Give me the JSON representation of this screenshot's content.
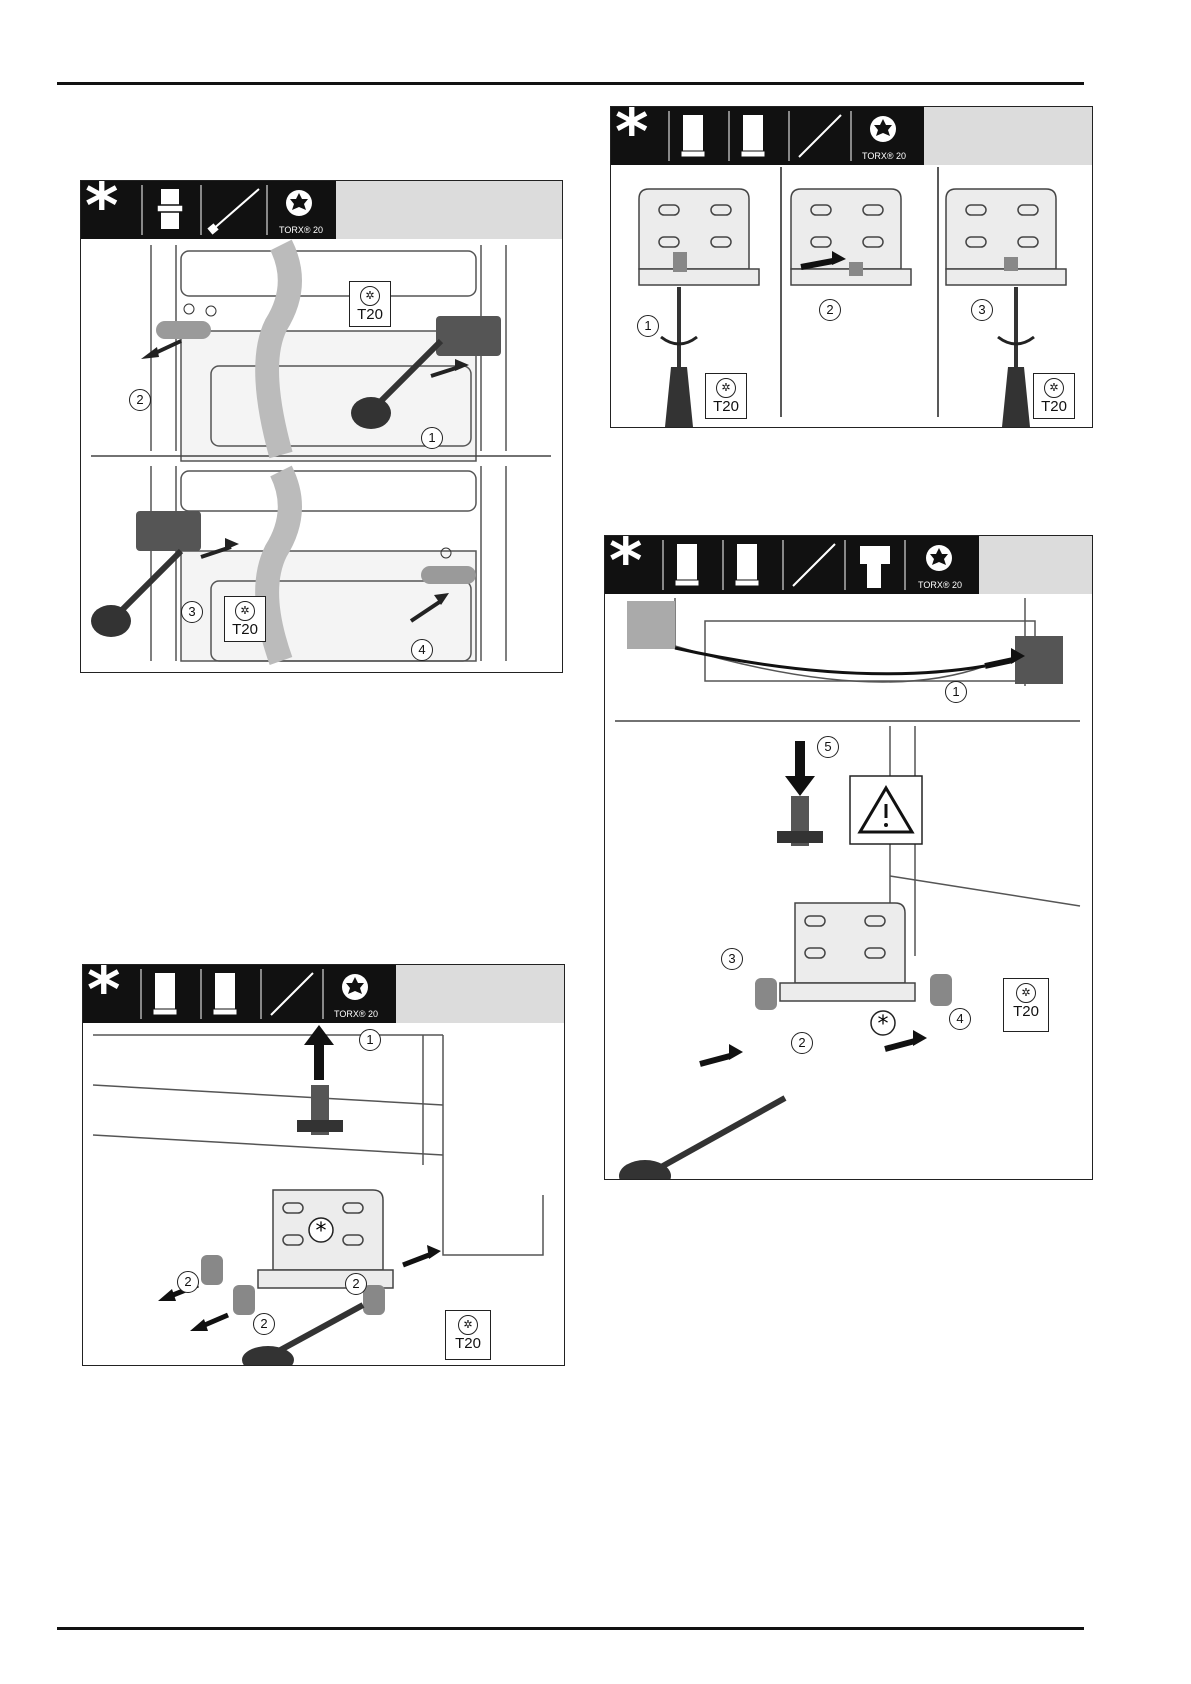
{
  "header_bar": true,
  "icons": {
    "star": "*",
    "torx_label": "TORX® 20",
    "tool_label": "T20"
  },
  "figure_a": {
    "steps": [
      "1",
      "2",
      "3",
      "4"
    ],
    "callouts": [
      "T20",
      "T20"
    ]
  },
  "figure_b": {
    "steps": [
      "1",
      "2",
      "3"
    ],
    "callouts": [
      "T20",
      "T20"
    ]
  },
  "figure_c": {
    "steps": [
      "1",
      "2",
      "3",
      "4",
      "5"
    ],
    "callouts": [
      "T20"
    ]
  },
  "figure_d": {
    "steps": [
      "1",
      "2",
      "2",
      "2"
    ],
    "callouts": [
      "T20"
    ]
  }
}
